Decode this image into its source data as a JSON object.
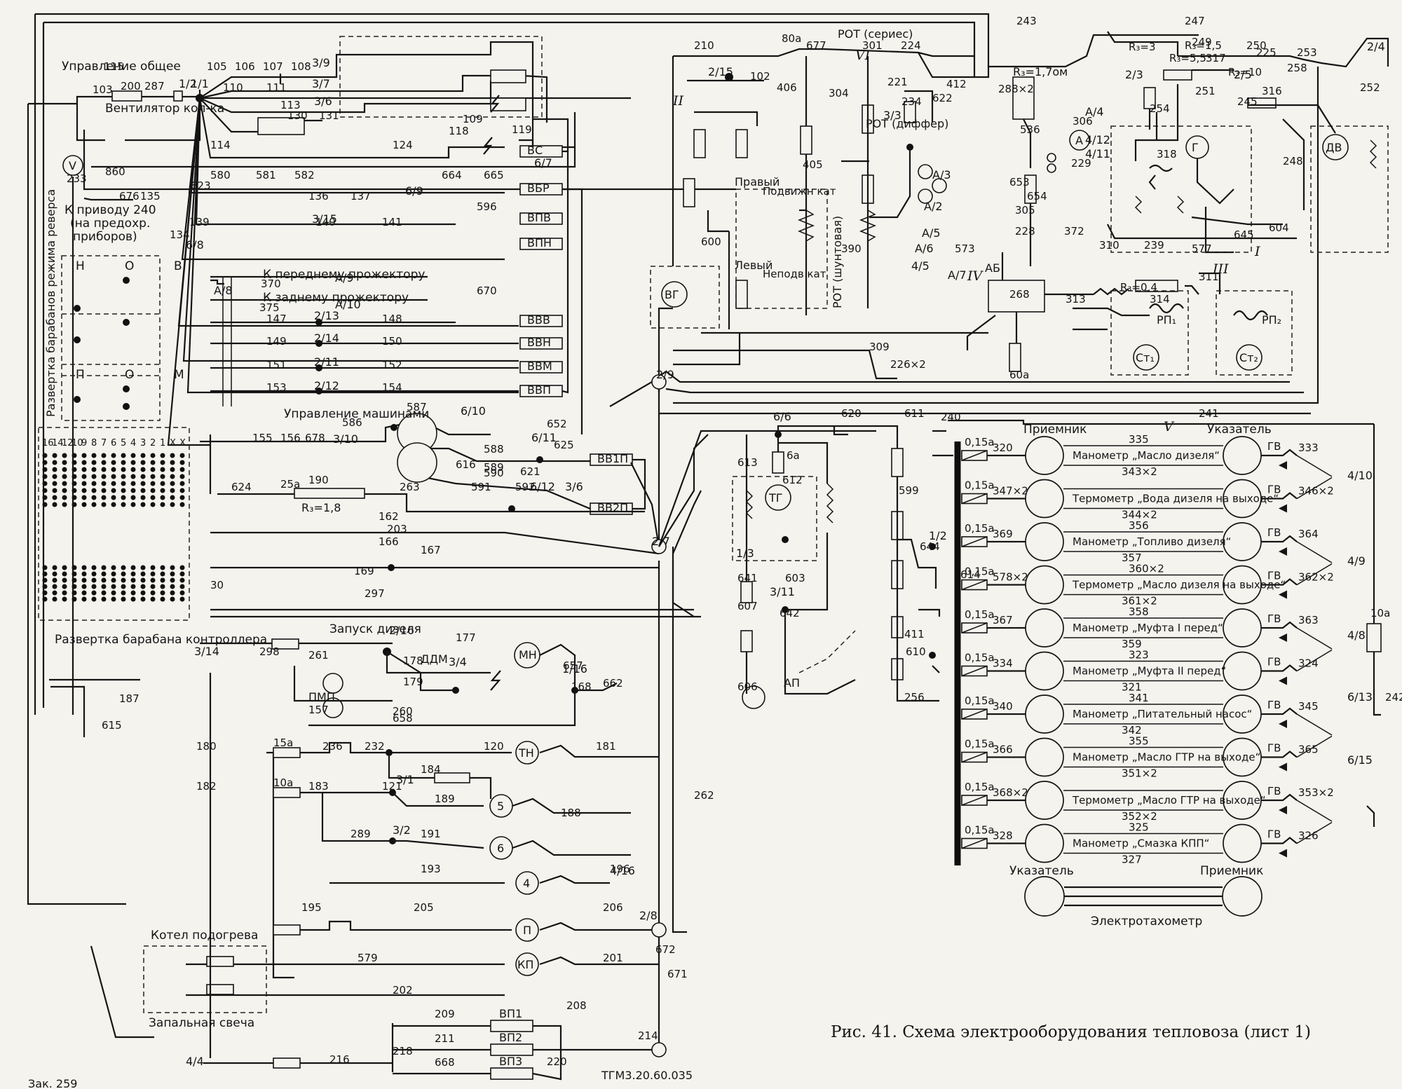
{
  "caption": "Рис. 41. Схема электрооборудования тепловоза (лист 1)",
  "drawing_number": "ТГМ3.20.60.035",
  "page_note": "Зак. 259",
  "control_general": "Управление общее",
  "fan_col": "Вентилятор кол-ка",
  "drive_note_1": "К приводу 240",
  "drive_note_2": "(на предохр.",
  "drive_note_3": "приборов)",
  "front_proj": "К переднему прожектору",
  "rear_proj": "К заднему прожектору",
  "reverse_drum": "Развертка барабанов режима реверса",
  "controller_drum": "Развертка барабана контроллера",
  "machine_control": "Управление машинами",
  "diesel_start": "Запуск дизеля",
  "boiler": "Котел подогрева",
  "glow_plug": "Запальная свеча",
  "receiver_label": "Приемник",
  "indicator_label": "Указатель",
  "tachometer": "Электротахометр",
  "drum_positions": [
    "16",
    "14",
    "12",
    "10",
    "9",
    "8",
    "7",
    "6",
    "5",
    "4",
    "3",
    "2",
    "1",
    "X",
    "X"
  ],
  "reverse_cols": [
    "Н",
    "О",
    "В"
  ],
  "reverse_rows": [
    "П",
    "О",
    "М"
  ],
  "instruments": [
    {
      "fuse": "0,15а",
      "recv": "320",
      "name": "Манометр „Масло дизеля“",
      "w1": "335",
      "w2": "343×2",
      "ind": "333",
      "gv": "ГВ"
    },
    {
      "fuse": "0,15а",
      "recv": "347×2",
      "name": "Термометр „Вода дизеля на выходе“",
      "w1": "",
      "w2": "344×2",
      "ind": "346×2",
      "gv": "ГВ"
    },
    {
      "fuse": "0,15а",
      "recv": "369",
      "name": "Манометр „Топливо дизеля“",
      "w1": "356",
      "w2": "357",
      "ind": "364",
      "gv": "ГВ"
    },
    {
      "fuse": "0,15а",
      "recv": "578×2",
      "name": "Термометр „Масло дизеля на выходе“",
      "w1": "360×2",
      "w2": "361×2",
      "ind": "362×2",
      "gv": "ГВ"
    },
    {
      "fuse": "0,15а",
      "recv": "367",
      "name": "Манометр „Муфта I перед“",
      "w1": "358",
      "w2": "359",
      "ind": "363",
      "gv": "ГВ"
    },
    {
      "fuse": "0,15а",
      "recv": "334",
      "name": "Манометр „Муфта II перед“",
      "w1": "323",
      "w2": "321",
      "ind": "324",
      "gv": "ГВ"
    },
    {
      "fuse": "0,15а",
      "recv": "340",
      "name": "Манометр „Питательный насос“",
      "w1": "341",
      "w2": "342",
      "ind": "345",
      "gv": "ГВ"
    },
    {
      "fuse": "0,15а",
      "recv": "366",
      "name": "Манометр „Масло ГТР на выходе“",
      "w1": "355",
      "w2": "351×2",
      "ind": "365",
      "gv": "ГВ"
    },
    {
      "fuse": "0,15а",
      "recv": "368×2",
      "name": "Термометр „Масло ГТР на выходе“",
      "w1": "",
      "w2": "352×2",
      "ind": "353×2",
      "gv": "ГВ"
    },
    {
      "fuse": "0,15а",
      "recv": "328",
      "name": "Манометр „Смазка КПП“",
      "w1": "325",
      "w2": "327",
      "ind": "326",
      "gv": "ГВ"
    }
  ],
  "contactor_coils": [
    "ВС",
    "ВБР",
    "ВПВ",
    "ВПН",
    "ВВВ",
    "ВВН",
    "ВВМ",
    "ВВП",
    "ВВ1П",
    "ВВ2П"
  ],
  "motors": [
    "МН",
    "ТН",
    "5",
    "6",
    "4",
    "П",
    "КП"
  ],
  "heater_coils": [
    "ВП1",
    "ВП2",
    "ВП3"
  ],
  "roman": [
    "I",
    "II",
    "III",
    "IV",
    "V",
    "VI"
  ],
  "wire_labels": [
    "103",
    "200",
    "287",
    "115",
    "105",
    "106",
    "107",
    "108",
    "110",
    "111",
    "113",
    "130",
    "131",
    "114",
    "124",
    "118",
    "119",
    "109",
    "860",
    "676",
    "580",
    "581",
    "582",
    "664",
    "665",
    "135",
    "136",
    "137",
    "139",
    "140",
    "141",
    "623",
    "134",
    "596",
    "670",
    "147",
    "148",
    "149",
    "150",
    "151",
    "152",
    "153",
    "154",
    "370",
    "375",
    "155",
    "156",
    "678",
    "586",
    "587",
    "588",
    "589",
    "590",
    "591",
    "592",
    "621",
    "625",
    "652",
    "616",
    "624",
    "190",
    "263",
    "203",
    "162",
    "166",
    "167",
    "169",
    "30",
    "297",
    "298",
    "157",
    "177",
    "178",
    "179",
    "260",
    "261",
    "658",
    "657",
    "662",
    "168",
    "180",
    "236",
    "232",
    "120",
    "181",
    "182",
    "183",
    "184",
    "121",
    "189",
    "188",
    "289",
    "191",
    "193",
    "196",
    "195",
    "205",
    "206",
    "579",
    "201",
    "202",
    "208",
    "209",
    "211",
    "668",
    "216",
    "218",
    "220",
    "214",
    "672",
    "671",
    "262",
    "615",
    "187",
    "233",
    "210",
    "102",
    "677",
    "301",
    "224",
    "406",
    "405",
    "304",
    "221",
    "234",
    "412",
    "622",
    "288×2",
    "536",
    "306",
    "229",
    "653",
    "654",
    "305",
    "600",
    "390",
    "228",
    "372",
    "310",
    "239",
    "577",
    "573",
    "268",
    "313",
    "314",
    "311",
    "309",
    "226×2",
    "240",
    "241",
    "242",
    "243",
    "247",
    "249",
    "250",
    "225",
    "253",
    "258",
    "317",
    "316",
    "245",
    "252",
    "251",
    "254",
    "318",
    "248",
    "604",
    "645",
    "620",
    "611",
    "612",
    "613",
    "641",
    "607",
    "606",
    "603",
    "642",
    "599",
    "644",
    "614",
    "610",
    "256",
    "411"
  ],
  "node_labels": [
    "1/1",
    "1/2",
    "3/9",
    "3/7",
    "3/6",
    "6/8",
    "6/9",
    "6/7",
    "3/15",
    "2/13",
    "2/14",
    "2/11",
    "2/12",
    "3/10",
    "6/10",
    "6/11",
    "6/12",
    "3/6",
    "2/9",
    "2/15",
    "3/3",
    "3/14",
    "2/16",
    "3/4",
    "1/16",
    "3/1",
    "3/2",
    "4/16",
    "2/8",
    "2/7",
    "A/2",
    "A/3",
    "A/4",
    "A/5",
    "A/6",
    "A/7",
    "A/8",
    "A/9",
    "A/10",
    "4/4",
    "4/5",
    "4/12",
    "4/11",
    "4/10",
    "4/9",
    "4/8",
    "6/13",
    "6/15",
    "6/6",
    "3/11",
    "1/2",
    "1/3",
    "2/4",
    "2/3",
    "2/5"
  ],
  "components": {
    "resistor_r3_1": "R₃=1,7ом",
    "resistor_r3_2": "R₃=1,8",
    "resistor_r3_3": "R₃=1,5",
    "resistor_r3_4": "R₃=5,5",
    "resistor_r3_5": "R₃=10",
    "resistor_r3_6": "R₃=3",
    "resistor_r3_7": "R₃=0,4",
    "rot_series": "РОТ (сериес)",
    "rot_diff": "РОТ (диффер)",
    "rot_shunt": "РОТ (шунтовая)",
    "right_cat": "Правый",
    "left_cat": "Левый",
    "mobile_cat": "Подвижн кат",
    "fixed_cat": "Неподв кат",
    "vg": "ВГ",
    "tg": "ТГ",
    "g": "Г",
    "dv": "ДВ",
    "ammeter": "А",
    "voltmeter": "V",
    "rp1": "РП₁",
    "rp2": "РП₂",
    "ct1": "Ст₁",
    "ct2": "Ст₂",
    "ab": "АБ",
    "ap": "АП",
    "pmp": "ПМП",
    "ddm": "ДДМ",
    "fuse_15": "15а",
    "fuse_10": "10а",
    "fuse_25": "25а",
    "fuse_80": "80а",
    "fuse_60": "60а",
    "fuse_6": "6а",
    "fuse_10b": "10а"
  }
}
